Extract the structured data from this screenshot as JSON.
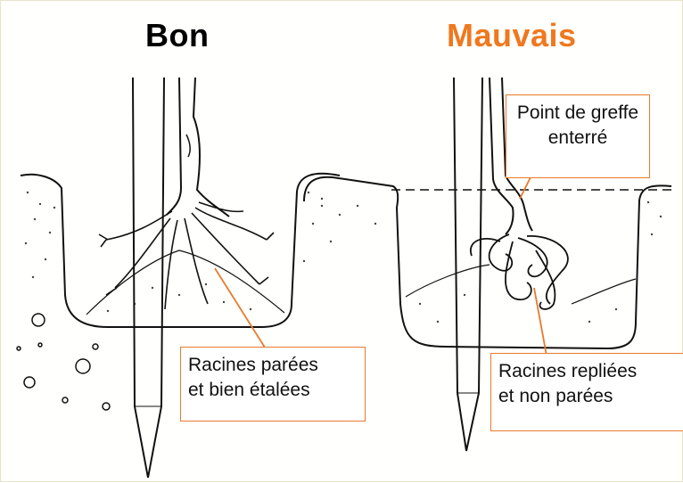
{
  "headings": {
    "good": "Bon",
    "bad": "Mauvais",
    "good_color": "#000000",
    "bad_color": "#f0781e"
  },
  "labels": {
    "good_roots": [
      "Racines parées",
      "et bien étalées"
    ],
    "bad_roots": [
      "Racines repliées",
      "et non parées"
    ],
    "graft_point": [
      "Point de greffe",
      "enterré"
    ]
  },
  "colors": {
    "callout_border": "#e87a2a",
    "ink": "#111111"
  }
}
